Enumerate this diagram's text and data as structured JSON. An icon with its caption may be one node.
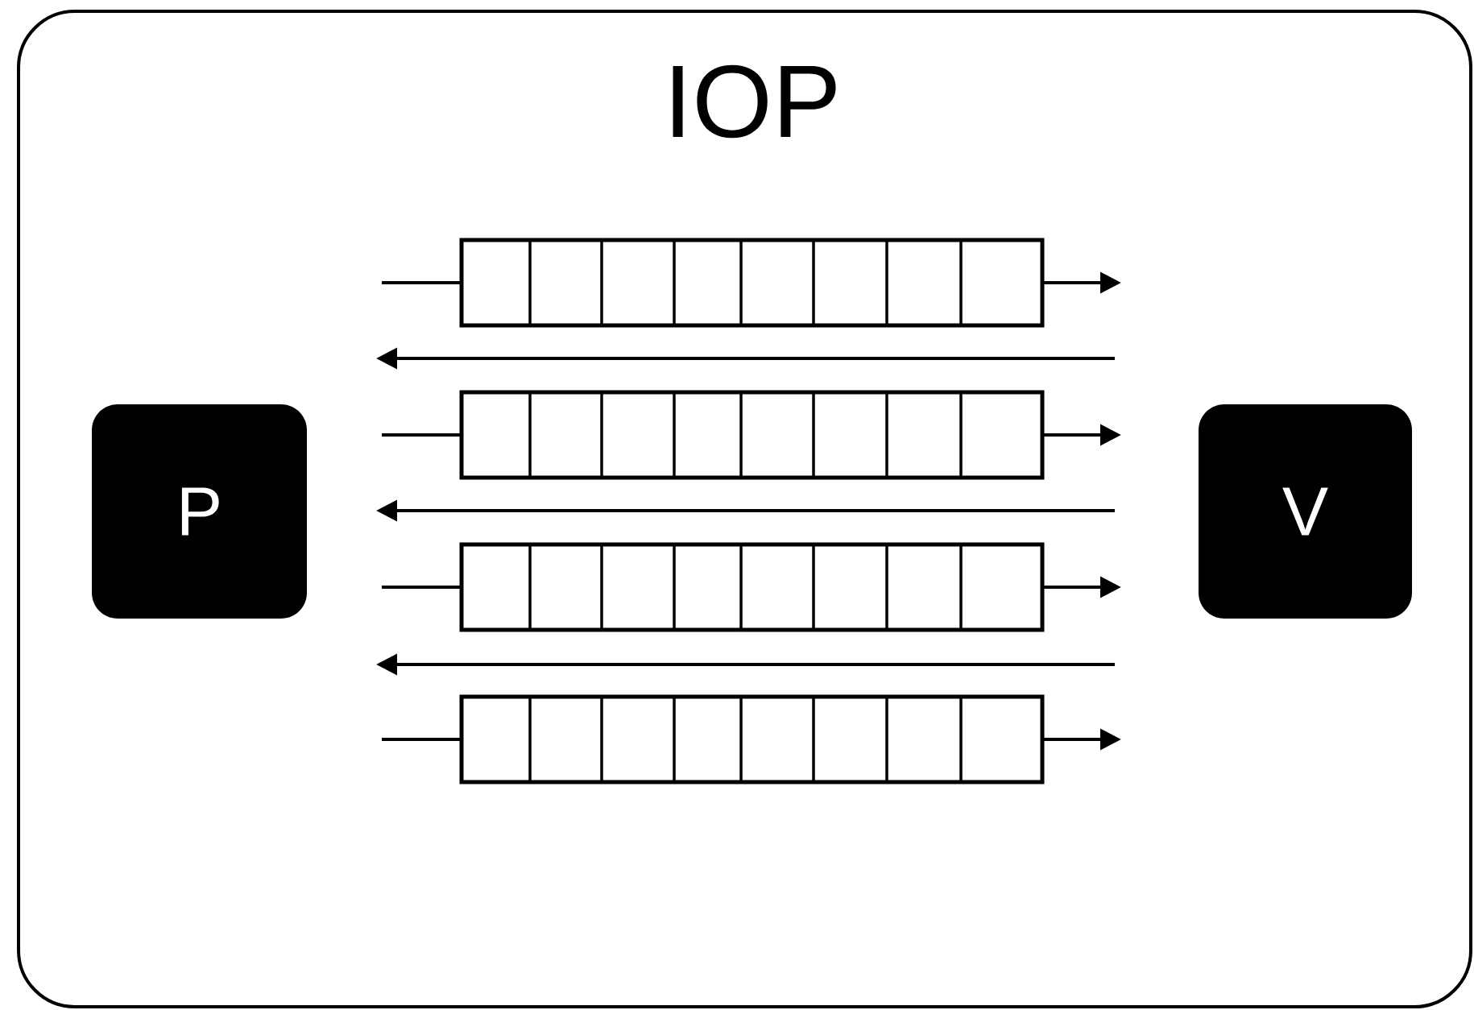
{
  "diagram": {
    "nodes": [
      {
        "text": [
          "IOP"
        ]
      },
      {
        "text": [
          "P"
        ],
        "in": 0
      },
      {
        "text": [
          "V"
        ],
        "in": 0
      },
      {
        "text": [],
        "shape": "bar",
        "in": 0
      },
      {
        "text": [],
        "shape": "bar",
        "in": 0
      },
      {
        "text": [],
        "shape": "bar",
        "in": 0
      },
      {
        "text": [],
        "shape": "bar",
        "in": 0
      }
    ],
    "edges": [
      {
        "from": null,
        "to": 3,
        "arrow": "none"
      },
      {
        "from": 3,
        "to": null,
        "arrow": "to"
      },
      {
        "from": null,
        "to": 4,
        "arrow": "none"
      },
      {
        "from": 4,
        "to": null,
        "arrow": "to"
      },
      {
        "from": null,
        "to": 5,
        "arrow": "none"
      },
      {
        "from": 5,
        "to": null,
        "arrow": "to"
      },
      {
        "from": null,
        "to": 6,
        "arrow": "none"
      },
      {
        "from": 6,
        "to": null,
        "arrow": "to"
      }
    ]
  }
}
